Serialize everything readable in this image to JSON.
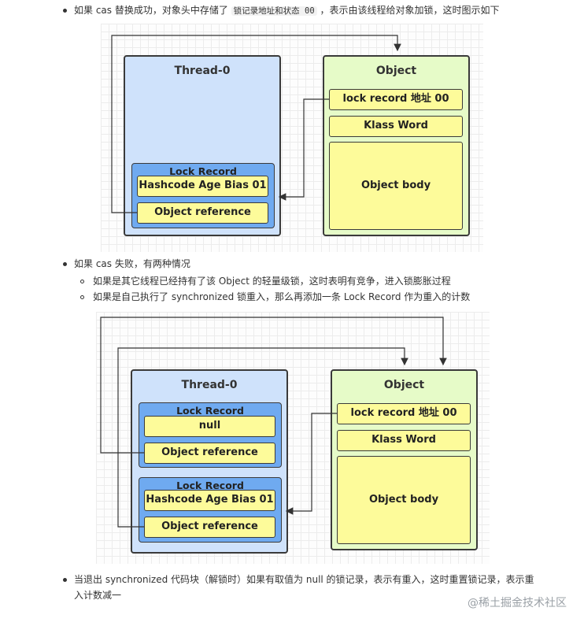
{
  "bullets": {
    "b1_prefix": "如果 cas 替换成功，对象头中存储了",
    "b1_code": "锁记录地址和状态 00",
    "b1_suffix": "，表示由该线程给对象加锁，这时图示如下",
    "b2": "如果 cas 失败，有两种情况",
    "b2_sub1": "如果是其它线程已经持有了该 Object 的轻量级锁，这时表明有竞争，进入锁膨胀过程",
    "b2_sub2": "如果是自己执行了 synchronized 锁重入，那么再添加一条 Lock Record 作为重入的计数",
    "b3_line1": "当退出 synchronized 代码块（解锁时）如果有取值为 null 的锁记录，表示有重入，这时重置锁记录，表示重",
    "b3_line2": "入计数减一"
  },
  "diagram1": {
    "thread_title": "Thread-0",
    "lock_record_title": "Lock Record",
    "lr_hashcode": "Hashcode Age Bias 01",
    "lr_objref": "Object reference",
    "object_title": "Object",
    "obj_lock_record": "lock  record 地址 00",
    "obj_klass": "Klass Word",
    "obj_body": "Object body"
  },
  "diagram2": {
    "thread_title": "Thread-0",
    "lr1_title": "Lock Record",
    "lr1_null": "null",
    "lr1_objref": "Object reference",
    "lr2_title": "Lock Record",
    "lr2_hashcode": "Hashcode Age Bias 01",
    "lr2_objref": "Object reference",
    "object_title": "Object",
    "obj_lock_record": "lock  record 地址 00",
    "obj_klass": "Klass Word",
    "obj_body": "Object body"
  },
  "brand": "@稀土掘金技术社区"
}
